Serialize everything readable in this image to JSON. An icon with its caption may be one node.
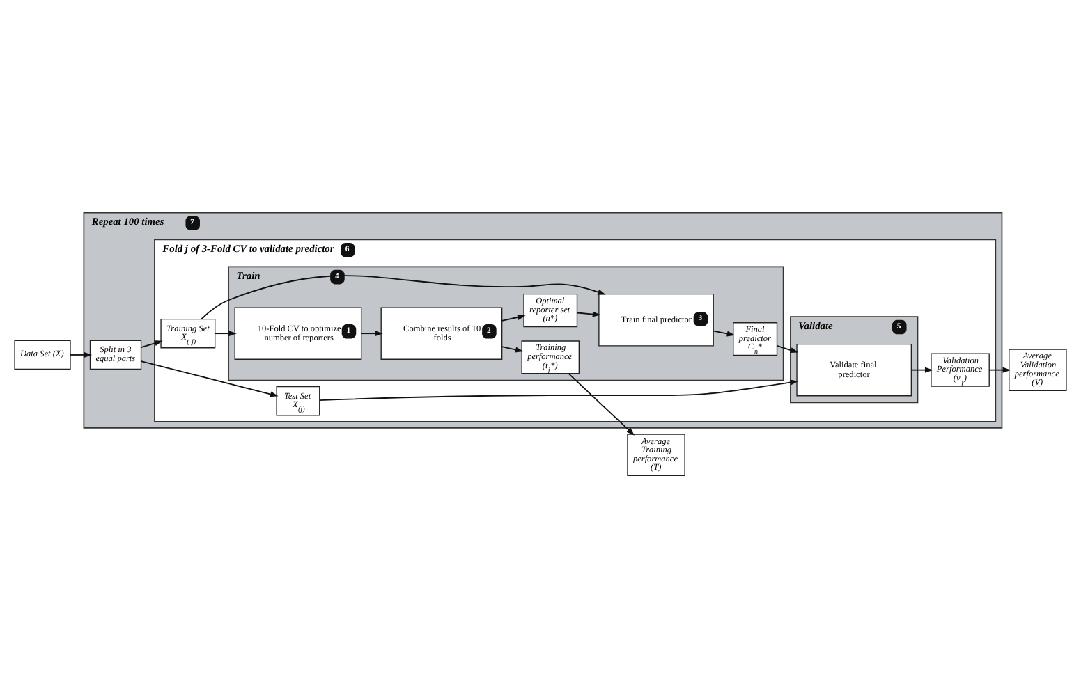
{
  "diagram": {
    "nodes": [
      {
        "text": [
          "Data Set (X)"
        ]
      },
      {
        "text": [
          "Repeat 100 times",
          "7"
        ]
      },
      {
        "text": [
          "Split in 3 equal parts"
        ],
        "in": 1
      },
      {
        "text": [
          "Fold j of 3-Fold CV to validate predictor",
          "6"
        ],
        "in": 1
      },
      {
        "text": [
          "Test Set X$_{(j)}$"
        ],
        "in": 3
      },
      {
        "text": [
          "Validate",
          "5"
        ],
        "in": 3
      },
      {
        "text": [
          "Validate final predictor"
        ],
        "in": 5
      },
      {
        "text": [
          "Validation Performance (v$_{j}$)"
        ],
        "in": 3
      },
      {
        "text": [
          "Training Set X$_{(-j)}$"
        ],
        "in": 3
      },
      {
        "text": [
          "Train",
          "4"
        ],
        "in": 3
      },
      {
        "text": [
          "Train final predictor",
          "3"
        ],
        "in": 9
      },
      {
        "text": [
          "Final predictor C$_{n}$*"
        ],
        "in": 9
      },
      {
        "text": [
          "Optimal reporter set (n*)"
        ],
        "in": 9
      },
      {
        "text": [
          "Training performance (t$_{j}$*)"
        ],
        "in": 9
      },
      {
        "text": [
          "10-Fold CV to optimize number of reporters",
          "1"
        ],
        "in": 9
      },
      {
        "text": [
          "Combine results of 10 folds",
          "2"
        ],
        "in": 9
      },
      {
        "text": [
          "Average Validation performance (V)"
        ]
      },
      {
        "text": [
          "Average Training performance (T)"
        ]
      }
    ],
    "edges": [
      {
        "from": 0,
        "to": 2,
        "arrow": "to"
      },
      {
        "from": 2,
        "to": 4,
        "arrow": "to"
      },
      {
        "from": 2,
        "to": 8,
        "arrow": "to"
      },
      {
        "from": 4,
        "to": 6,
        "arrow": "to"
      },
      {
        "from": 6,
        "to": 7,
        "arrow": "to"
      },
      {
        "from": 7,
        "to": 16,
        "arrow": "to"
      },
      {
        "from": 8,
        "to": 10,
        "arrow": "to"
      },
      {
        "from": 8,
        "to": 14,
        "arrow": "to"
      },
      {
        "from": 10,
        "to": 11,
        "arrow": "to"
      },
      {
        "from": 11,
        "to": 6,
        "arrow": "to"
      },
      {
        "from": 12,
        "to": 10,
        "arrow": "to"
      },
      {
        "from": 14,
        "to": 15,
        "arrow": "to"
      },
      {
        "from": 15,
        "to": 12,
        "arrow": "to"
      },
      {
        "from": 15,
        "to": 13,
        "arrow": "to"
      },
      {
        "from": 13,
        "to": 17,
        "arrow": "to"
      }
    ]
  }
}
